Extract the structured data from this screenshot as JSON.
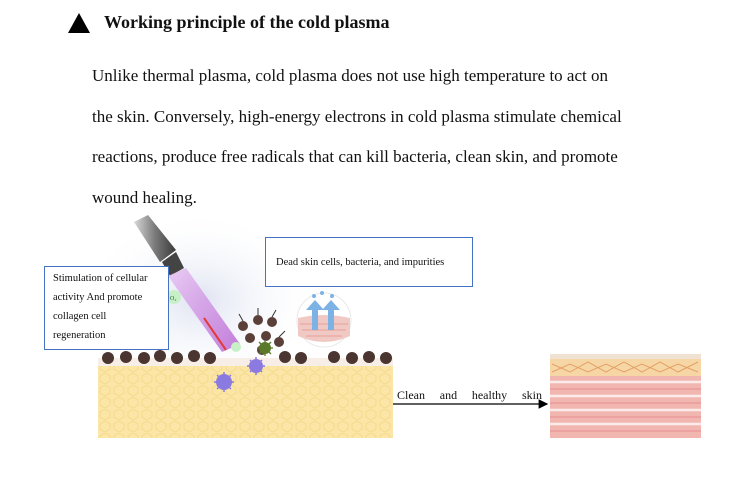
{
  "heading": {
    "title": "Working principle of the cold plasma"
  },
  "paragraph": {
    "lines": [
      "Unlike thermal plasma, cold plasma does not use high temperature to act on",
      "the skin. Conversely, high-energy electrons in cold plasma stimulate chemical",
      "reactions, produce free radicals that can kill bacteria, clean skin, and promote",
      "wound healing."
    ]
  },
  "diagram": {
    "callout_left": [
      "Stimulation of cellular",
      "activity And promote",
      "collagen cell",
      "regeneration"
    ],
    "callout_right": "Dead skin cells, bacteria, and impurities",
    "result_label": [
      "Clean",
      "and",
      "healthy",
      "skin"
    ],
    "radical_label": "O₂"
  },
  "colors": {
    "callout_border": "#4472c4",
    "skin_fat": "#fbe6a8",
    "plasma": "#d9a6e8",
    "healthy_skin": "#f2b6b0"
  }
}
